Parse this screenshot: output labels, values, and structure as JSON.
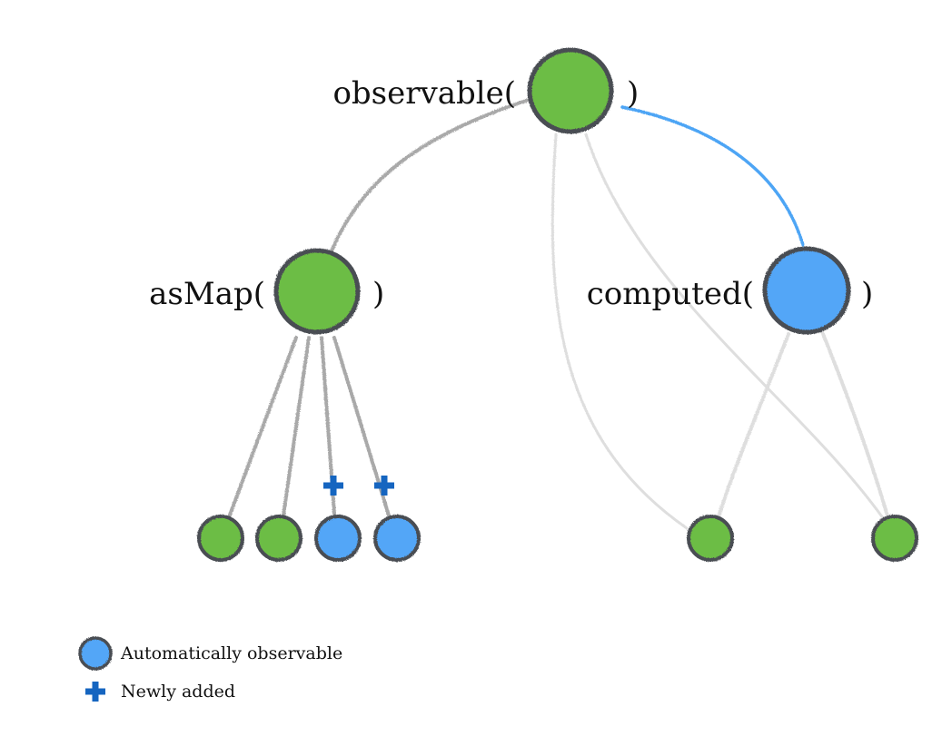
{
  "diagram": {
    "colors": {
      "observable_fill": "#6cbd45",
      "auto_observable_fill": "#52a6f7",
      "node_ring": "#4a4d52",
      "edge_gray": "#a9a9a9",
      "edge_light": "#dedede",
      "edge_blue": "#4ea5f5",
      "plus_marker": "#1565c0"
    },
    "nodes": {
      "root": {
        "label": "observable(",
        "close": ")",
        "kind": "observable"
      },
      "map": {
        "label": "asMap(",
        "close": ")",
        "kind": "observable"
      },
      "computed": {
        "label": "computed(",
        "close": ")",
        "kind": "automatically-observable"
      },
      "leaves": [
        {
          "kind": "observable",
          "newly_added": false
        },
        {
          "kind": "observable",
          "newly_added": false
        },
        {
          "kind": "automatically-observable",
          "newly_added": true
        },
        {
          "kind": "automatically-observable",
          "newly_added": true
        },
        {
          "kind": "observable",
          "newly_added": false
        },
        {
          "kind": "observable",
          "newly_added": false
        }
      ]
    },
    "legend": {
      "auto_observable_label": "Automatically observable",
      "newly_added_label": "Newly added",
      "auto_observable_icon": "blue-circle-icon",
      "newly_added_icon": "plus-icon"
    }
  }
}
